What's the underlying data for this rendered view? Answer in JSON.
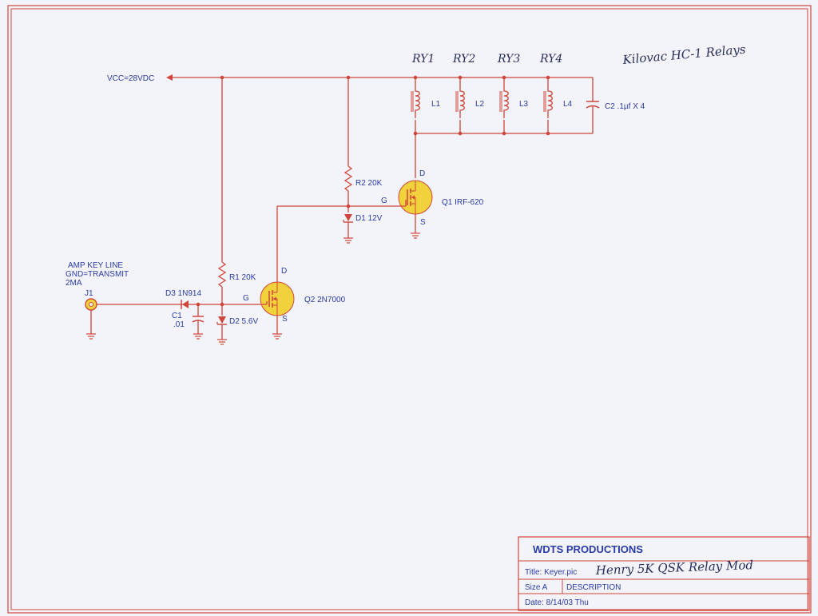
{
  "handwritten": {
    "relay_labels": [
      "RY1",
      "RY2",
      "RY3",
      "RY4"
    ],
    "relay_note": "Kilovac HC-1 Relays",
    "title_note": "Henry 5K QSK Relay Mod"
  },
  "nets": {
    "vcc": "VCC=28VDC",
    "amp_key_line": [
      "AMP KEY LINE",
      "GND=TRANSMIT",
      "2MA"
    ]
  },
  "components": {
    "j1": "J1",
    "d3": "D3 1N914",
    "c1": [
      "C1",
      ".01"
    ],
    "r1": "R1 20K",
    "d2": "D2 5.6V",
    "q2": "Q2 2N7000",
    "r2": "R2 20K",
    "d1": "D1 12V",
    "q1": "Q1 IRF-620",
    "l1": "L1",
    "l2": "L2",
    "l3": "L3",
    "l4": "L4",
    "c2": "C2 .1µf X 4"
  },
  "pins": {
    "drain": "D",
    "gate": "G",
    "source": "S"
  },
  "title_block": {
    "company": "WDTS PRODUCTIONS",
    "title": "Title: Keyer.pic",
    "size": "Size A",
    "description": "DESCRIPTION",
    "date": "Date: 8/14/03 Thu"
  },
  "colors": {
    "wire": "#d0453a",
    "text": "#2a3aa8",
    "mosfet_fill": "#f2d23c",
    "paper": "#f3f4f9"
  }
}
